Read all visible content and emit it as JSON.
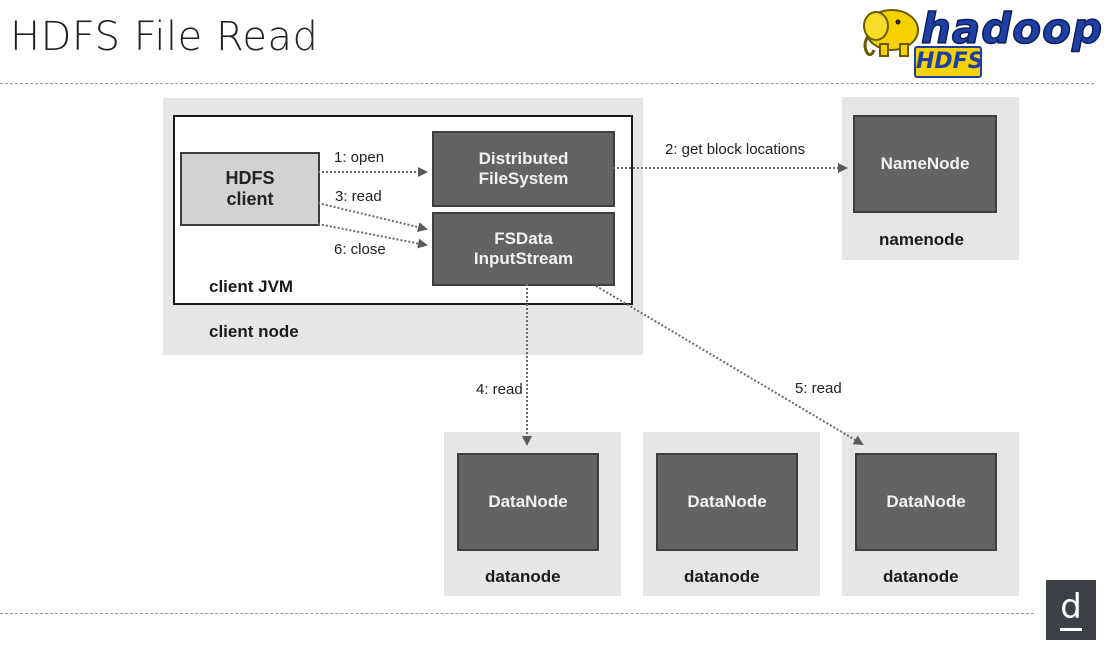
{
  "slide": {
    "title": "HDFS File Read"
  },
  "logo": {
    "word": "hadoop",
    "sub": "HDFS",
    "colors": {
      "blue": "#1f3fa5",
      "yellow": "#f5d200"
    }
  },
  "diagram": {
    "client_node": {
      "label": "client node",
      "jvm_label": "client JVM",
      "hdfs_client": {
        "line1": "HDFS",
        "line2": "client"
      },
      "distributed_fs": {
        "line1": "Distributed",
        "line2": "FileSystem"
      },
      "fsdata_stream": {
        "line1": "FSData",
        "line2": "InputStream"
      }
    },
    "namenode": {
      "inner": "NameNode",
      "label": "namenode"
    },
    "datanodes": [
      {
        "inner": "DataNode",
        "label": "datanode"
      },
      {
        "inner": "DataNode",
        "label": "datanode"
      },
      {
        "inner": "DataNode",
        "label": "datanode"
      }
    ],
    "steps": {
      "open": "1: open",
      "get_block_locations": "2: get block locations",
      "read3": "3: read",
      "read4": "4: read",
      "read5": "5: read",
      "close": "6: close"
    }
  },
  "footer": {
    "brand_glyph": "d"
  },
  "colors": {
    "node_bg": "#e6e6e6",
    "box_dark": "#636363",
    "client_box": "#d2d2d2",
    "arrow": "#6a6a6a"
  }
}
